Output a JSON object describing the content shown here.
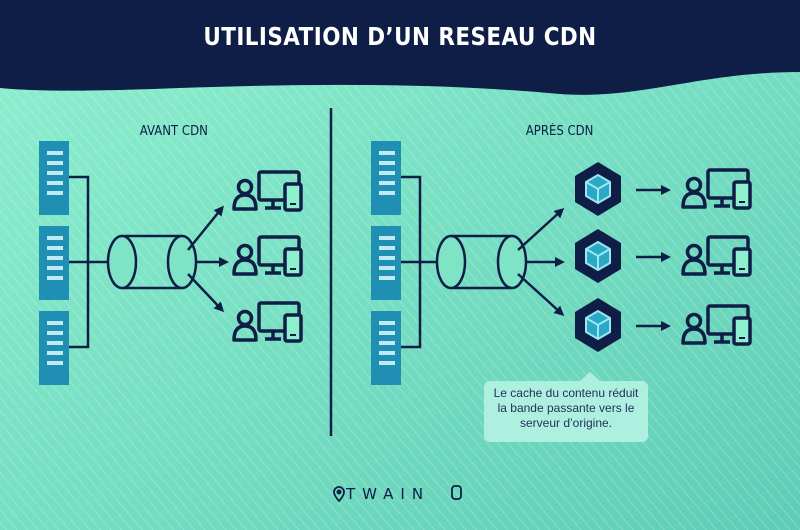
{
  "title": "UTILISATION D’UN RESEAU CDN",
  "panels": {
    "before_label": "AVANT CDN",
    "after_label": "APRÈS CDN"
  },
  "note": {
    "line1": "Le cache du contenu réduit",
    "line2": "la bande passante vers le",
    "line3": "serveur d’origine."
  },
  "brand": {
    "name": "TWAIN"
  },
  "colors": {
    "navy": "#0f1e46",
    "teal_bg_top": "#8ff0cf",
    "teal_bg_bottom": "#5fcdb6",
    "server_blue": "#1f8fb4",
    "cube": "#2aa9c7",
    "note_bg": "#aef0df"
  },
  "icons": [
    "server-icon",
    "pipe-icon",
    "user-icon",
    "monitor-icon",
    "phone-icon",
    "cdn-cube-icon",
    "arrow-icon",
    "location-pin-icon",
    "power-icon"
  ]
}
